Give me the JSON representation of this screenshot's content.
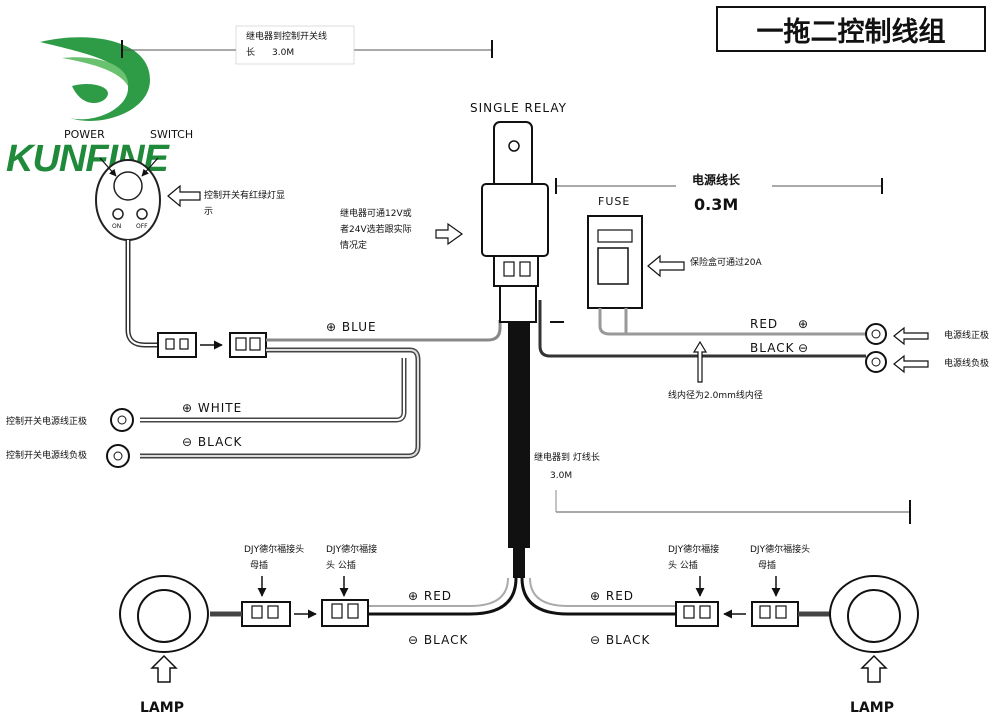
{
  "title": "一拖二控制线组",
  "brand": "KUNFINE",
  "brand_color": "#1f8a3a",
  "labels": {
    "relay_switch_len_1": "继电器到控制开关线",
    "relay_switch_len_2": "长",
    "relay_switch_len_3": "3.0M",
    "power": "POWER",
    "switch": "SWITCH",
    "switch_note_1": "控制开关有红绿灯显",
    "switch_note_2": "示",
    "on": "ON",
    "off": "OFF",
    "single_relay": "SINGLE RELAY",
    "relay_note_1": "继电器可通12V或",
    "relay_note_2": "者24V选若跟实际",
    "relay_note_3": "情况定",
    "power_len_label": "电源线长",
    "power_len_value": "0.3M",
    "fuse": "FUSE",
    "fuse_note": "保险盒可通过20A",
    "blue": "BLUE",
    "red": "RED",
    "black": "BLACK",
    "white": "WHITE",
    "pos_power": "电源线正极",
    "neg_power": "电源线负极",
    "wire_diameter": "线内径为2.0mm线内径",
    "sw_pos_power": "控制开关电源线正极",
    "sw_neg_power": "控制开关电源线负极",
    "relay_lamp_len_1": "继电器到 灯线长",
    "relay_lamp_len_2": "3.0M",
    "djy_female_1": "DJY德尔福接头",
    "djy_female_2": "母插",
    "djy_male_1": "DJY德尔福接",
    "djy_male_2": "头 公插",
    "djy_male_r1": "DJY德尔福接",
    "djy_male_r2": "头 公插",
    "djy_female_r1": "DJY德尔福接头",
    "djy_female_r2": "母插",
    "lamp": "LAMP"
  }
}
